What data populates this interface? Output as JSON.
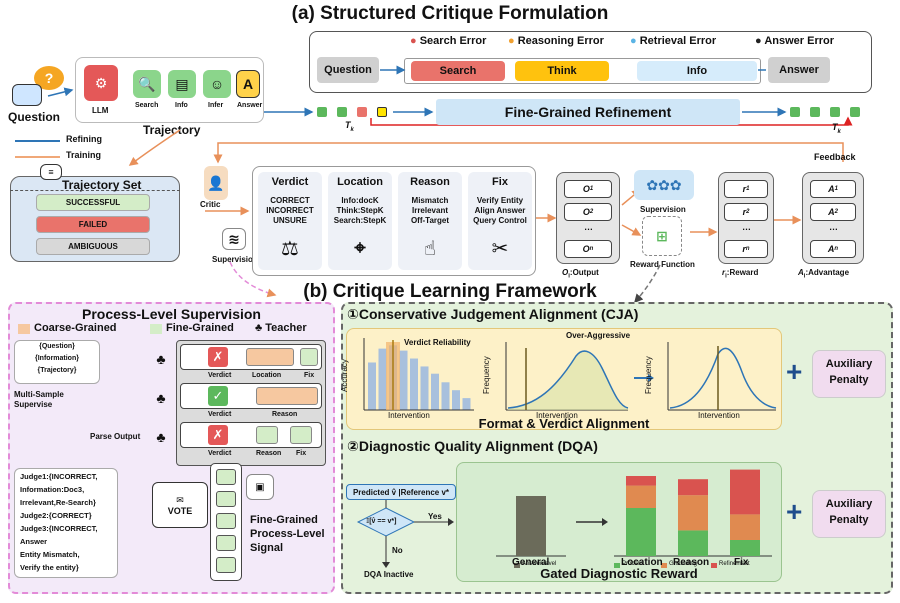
{
  "titles": {
    "part_a": "(a) Structured Critique Formulation",
    "part_b": "(b) Critique Learning Framework"
  },
  "legend_errors": {
    "search": "Search Error",
    "reasoning": "Reasoning Error",
    "retrieval": "Retrieval Error",
    "answer": "Answer Error"
  },
  "pipeline": {
    "question": "Question",
    "search": "Search",
    "think": "Think",
    "info": "Info",
    "answer": "Answer"
  },
  "question_label": "Question",
  "llm": {
    "label": "LLM",
    "tools": [
      "Search",
      "Info",
      "Infer",
      "Answer"
    ],
    "trajectory": "Trajectory"
  },
  "arrows_legend": {
    "refining": "Refining",
    "training": "Training"
  },
  "refinement": {
    "label": "Fine-Grained Refinement",
    "tk": "T",
    "tk_sub": "k",
    "tk2": "T",
    "tk2_sub": "k"
  },
  "feedback": "Feedback",
  "trajectory_set": {
    "title": "Trajectory Set",
    "items": [
      "SUCCESSFUL",
      "FAILED",
      "AMBIGUOUS"
    ]
  },
  "critic": "Critic",
  "supervision_label": "Supervision",
  "critique_columns": [
    {
      "title": "Verdict",
      "lines": [
        "CORRECT",
        "INCORRECT",
        "UNSURE"
      ]
    },
    {
      "title": "Location",
      "lines": [
        "Info:docK",
        "Think:StepK",
        "Search:StepK"
      ]
    },
    {
      "title": "Reason",
      "lines": [
        "Mismatch",
        "Irrelevant",
        "Off-Target"
      ]
    },
    {
      "title": "Fix",
      "lines": [
        "Verify Entity",
        "Align Answer",
        "Query Control"
      ]
    }
  ],
  "outputs": {
    "o1": "O",
    "o2": "O",
    "on": "O",
    "s1": "1",
    "s2": "2",
    "sn": "n",
    "dots": "…",
    "label": "O",
    "label_sub": "i",
    "label_rest": ":Output"
  },
  "supervision2": "Supervision",
  "reward_function": "Reward Function",
  "rewards": {
    "r": "r",
    "labels": [
      "1",
      "2",
      "n"
    ],
    "dots": "…",
    "label": "r",
    "label_sub": "i",
    "label_rest": ":Reward"
  },
  "advantages": {
    "a": "A",
    "labels": [
      "1",
      "2",
      "n"
    ],
    "dots": "…",
    "label": "A",
    "label_sub": "i",
    "label_rest": ":Advantage"
  },
  "pls": {
    "title": "Process-Level Supervision",
    "coarse": "Coarse-Grained",
    "fine": "Fine-Grained",
    "teacher": "Teacher",
    "inputs": [
      "{Question}",
      "{Information}",
      "{Trajectory}"
    ],
    "multi": "Multi-Sample",
    "supervise": "Supervise",
    "parse": "Parse Output",
    "row_labels": [
      [
        "Verdict",
        "Location",
        "Fix"
      ],
      [
        "Verdict",
        "Reason"
      ],
      [
        "Verdict",
        "Reason",
        "Fix"
      ]
    ],
    "judges": [
      "Judge1:{INCORRECT,",
      "Information:Doc3,",
      "Irrelevant,Re-Search}",
      "Judge2:{CORRECT}",
      "Judge3:{INCORRECT,",
      "Answer",
      "Entity Mismatch,",
      "Verify the entity}"
    ],
    "vote": "VOTE",
    "signal": [
      "Fine-Grained",
      "Process-Level",
      "Signal"
    ]
  },
  "cja": {
    "title": "①Conservative Judgement Alignment (CJA)",
    "reliability": "Verdict Reliability",
    "over": "Over-Aggressive",
    "accuracy": "Accuracy",
    "frequency": "Frequency",
    "intervention": "Intervention",
    "footer": "Format & Verdict Alignment",
    "bars": [
      0.72,
      0.93,
      0.98,
      0.9,
      0.78,
      0.66,
      0.55,
      0.42,
      0.3,
      0.18
    ]
  },
  "dqa": {
    "title": "②Diagnostic Quality Alignment (DQA)",
    "predicted": "Predicted",
    "reference": "Reference",
    "cond": "𝕀[v̂ == v*]",
    "yes": "Yes",
    "no": "No",
    "inactive": "DQA Inactive",
    "general": "General",
    "answer_level": "Answer-level",
    "cats": [
      "Location",
      "Reason",
      "Fix"
    ],
    "legend": [
      "Process",
      "Grounding",
      "Refinement"
    ],
    "footer": "Gated Diagnostic Reward"
  },
  "aux": [
    "Auxiliary",
    "Penalty"
  ],
  "plus": "+",
  "colors": {
    "search": "#e9736b",
    "think": "#ffc20e",
    "info": "#d6ecfb",
    "green": "#5cb85c",
    "panel_green": "#e4f2dc",
    "panel_yellow": "#fdf1c8",
    "panel_purple": "#f3eaf9"
  }
}
